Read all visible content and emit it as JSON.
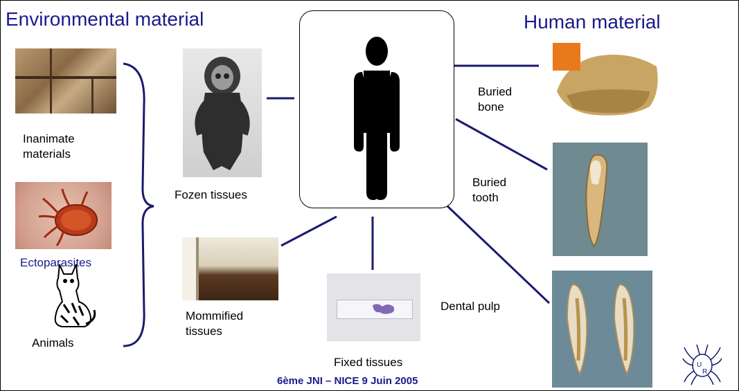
{
  "titles": {
    "environmental": "Environmental material",
    "human": "Human material"
  },
  "environmental_items": {
    "inanimate": "Inanimate\nmaterials",
    "ectoparasites": "Ectoparasites",
    "animals": "Animals"
  },
  "tissues": {
    "frozen": "Fozen tissues",
    "mummified": "Mommified\ntissues",
    "fixed": "Fixed tissues"
  },
  "human_items": {
    "bone": "Buried\nbone",
    "tooth": "Buried\ntooth",
    "pulp": "Dental pulp"
  },
  "footer": "6ème JNI – NICE 9 Juin 2005",
  "logo_text": "UR",
  "colors": {
    "accent": "#1a1a8c",
    "line": "#1a1a6e"
  }
}
